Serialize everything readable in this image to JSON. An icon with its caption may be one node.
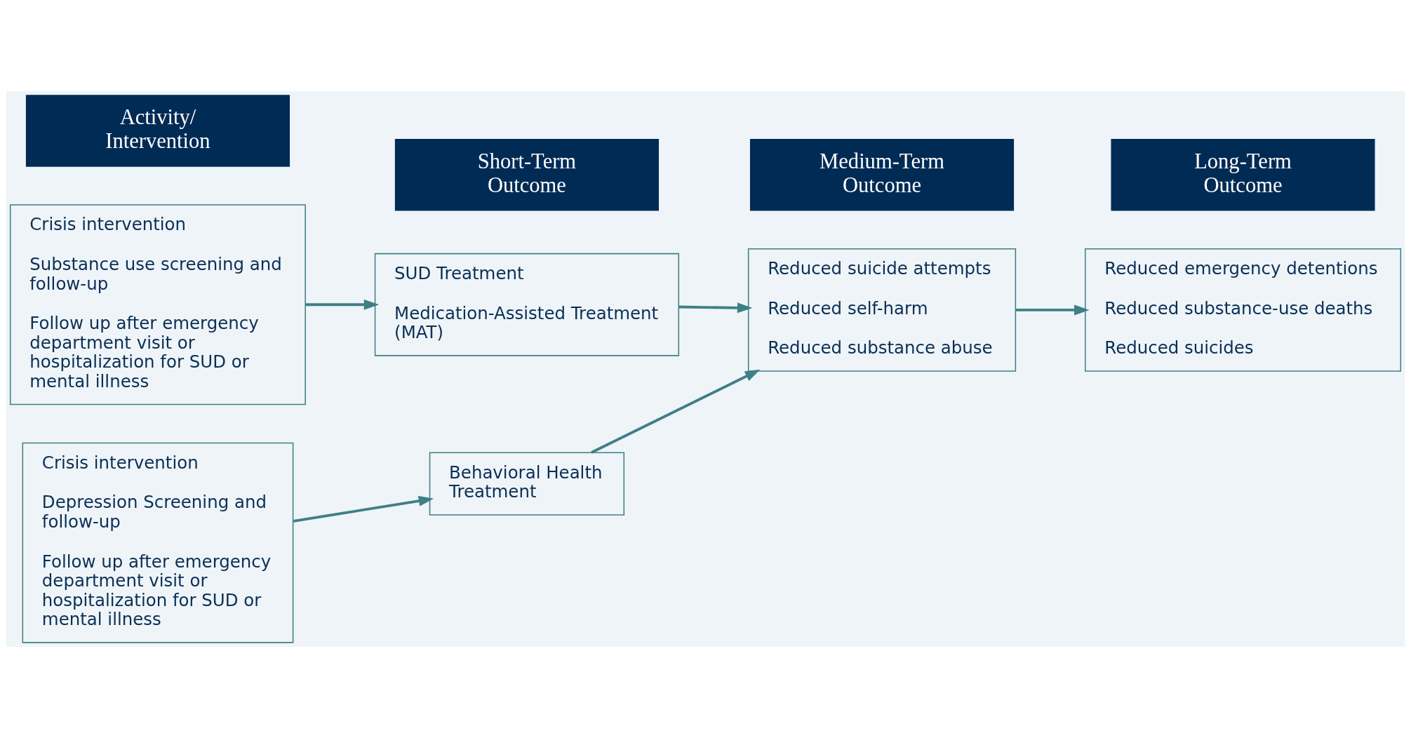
{
  "diagram": {
    "nodes": [
      {
        "text": [
          "Crisis intervention",
          "Substance use screening and follow-up",
          "Follow up after emergency department visit or hospitalization for SUD or mental illness"
        ]
      },
      {
        "text": [
          "SUD Treatment",
          "Medication-Assisted Treatment (MAT)"
        ]
      },
      {
        "text": [
          "Crisis intervention",
          "Depression Screening and follow-up",
          "Follow up after emergency department visit or hospitalization for SUD or mental illness"
        ]
      },
      {
        "text": [
          "Behavioral Health Treatment"
        ]
      },
      {
        "text": [
          "Reduced suicide attempts",
          "Reduced self-harm",
          "Reduced substance abuse"
        ]
      },
      {
        "text": [
          "Reduced emergency detentions",
          "Reduced substance-use deaths",
          "Reduced suicides"
        ]
      }
    ],
    "edges": [
      {
        "from": 0,
        "to": 1,
        "arrow": "to"
      },
      {
        "from": 2,
        "to": 3,
        "arrow": "to"
      },
      {
        "from": 1,
        "to": 4,
        "arrow": "to"
      },
      {
        "from": 3,
        "to": 4,
        "arrow": "to"
      },
      {
        "from": 4,
        "to": 5,
        "arrow": "to"
      }
    ],
    "labels": [
      "Activity/ Intervention",
      "Short-Term Outcome",
      "Medium-Term Outcome",
      "Long-Term Outcome"
    ]
  }
}
